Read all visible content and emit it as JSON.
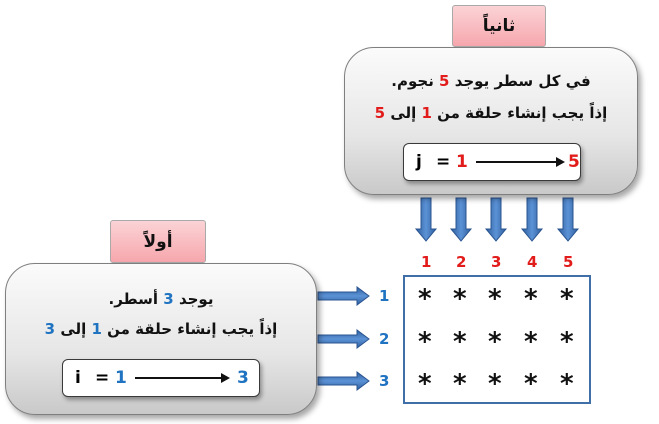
{
  "first": {
    "tab": "أولاً",
    "line1_parts": [
      "يوجد ",
      "3",
      " أسطر."
    ],
    "line2_parts": [
      "إذاً يجب إنشاء حلقة من ",
      "1",
      " إلى ",
      "3"
    ],
    "var": "i",
    "eq": "=",
    "start": "1",
    "end": "3"
  },
  "second": {
    "tab": "ثانياً",
    "line1_parts": [
      "في كل سطر يوجد ",
      "5",
      " نجوم."
    ],
    "line2_parts": [
      "إذاً يجب إنشاء حلقة من ",
      "1",
      " إلى ",
      "5"
    ],
    "var": "j",
    "eq": "=",
    "start": "1",
    "end": "5"
  },
  "grid": {
    "column_labels": [
      "1",
      "2",
      "3",
      "4",
      "5"
    ],
    "row_labels": [
      "1",
      "2",
      "3"
    ],
    "symbol": "*"
  },
  "colors": {
    "number_red": "#e21b1b",
    "number_blue": "#1f73c1",
    "arrow_blue": "#3a76c4"
  }
}
